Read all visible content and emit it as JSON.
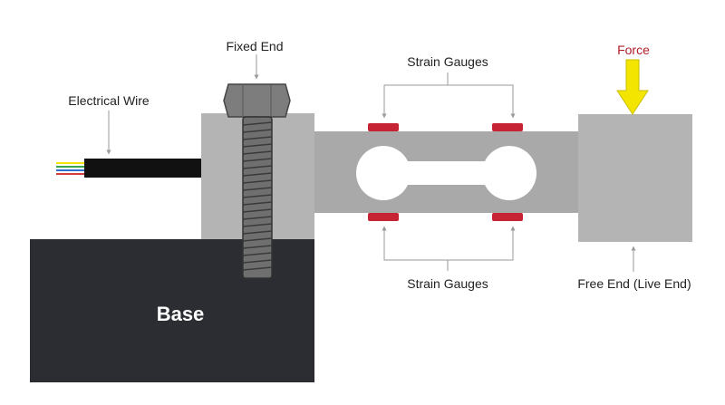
{
  "labels": {
    "fixed_end": "Fixed End",
    "electrical_wire": "Electrical Wire",
    "strain_gauges_top": "Strain Gauges",
    "strain_gauges_bottom": "Strain Gauges",
    "force": "Force",
    "free_end": "Free End (Live End)",
    "base": "Base"
  },
  "colors": {
    "base": "#2b2d33",
    "block": "#b4b4b4",
    "beam": "#a9a9a9",
    "gauge": "#c62434",
    "force_arrow": "#f3e500",
    "force_text": "#b3202a",
    "leader": "#9a9a9a",
    "bolt": "#7a7a7a",
    "wire_colors": [
      "#f3e500",
      "#3aa64a",
      "#2a6fd1",
      "#d33a3a"
    ]
  },
  "icons": {
    "bolt": "hex-bolt-icon",
    "force_arrow": "down-arrow-icon"
  }
}
